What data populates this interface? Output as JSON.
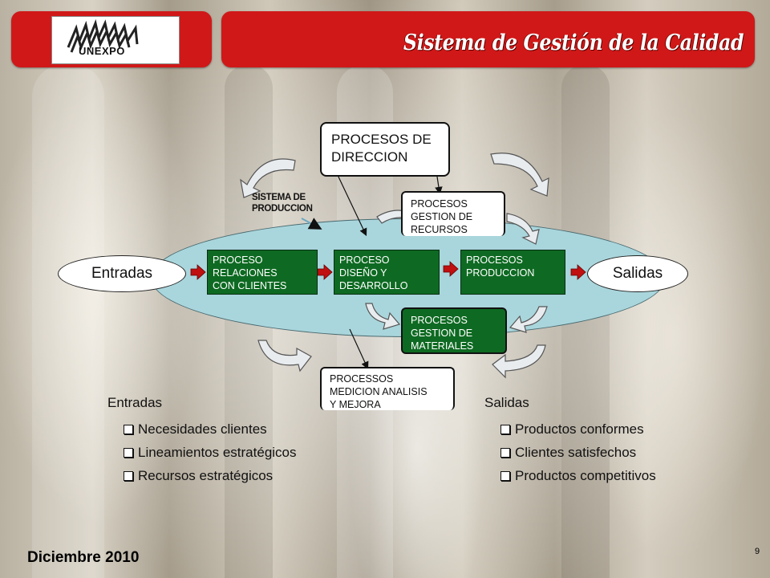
{
  "header": {
    "logo_text": "UNEXPO",
    "title": "Sistema de Gestión de la Calidad"
  },
  "diagram": {
    "sistema_label_line1": "SISTEMA DE",
    "sistema_label_line2": "PRODUCCION",
    "direccion": [
      "PROCESOS DE",
      "DIRECCION"
    ],
    "recursos": [
      "PROCESOS",
      "GESTION DE",
      "RECURSOS"
    ],
    "entradas": "Entradas",
    "salidas": "Salidas",
    "relaciones": [
      "PROCESO",
      "RELACIONES",
      "CON CLIENTES"
    ],
    "diseno": [
      " PROCESO",
      "DISEÑO Y",
      "DESARROLLO"
    ],
    "produccion": [
      "PROCESOS",
      "PRODUCCION"
    ],
    "materiales": [
      "PROCESOS",
      "GESTION DE",
      "MATERIALES"
    ],
    "medicion": [
      "PROCESSOS",
      "MEDICION ANALISIS",
      "Y MEJORA"
    ]
  },
  "entradas_list": {
    "title": "Entradas",
    "items": [
      "Necesidades clientes",
      "Lineamientos estratégicos",
      "Recursos estratégicos"
    ]
  },
  "salidas_list": {
    "title": "Salidas",
    "items": [
      "Productos conformes",
      "Clientes satisfechos",
      "Productos competitivos"
    ]
  },
  "footer": {
    "date": "Diciembre 2010",
    "page_number": "9"
  },
  "colors": {
    "header_red": "#d01818",
    "process_green": "#0e6a22",
    "ellipse_blue": "#a9d6dc",
    "arrow_red": "#c01010"
  }
}
